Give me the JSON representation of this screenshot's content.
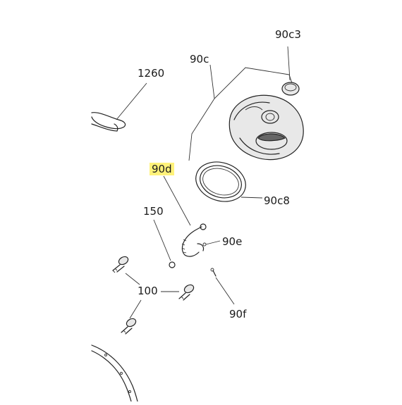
{
  "diagram": {
    "labels": {
      "p1260": "1260",
      "p90c": "90c",
      "p90c3": "90c3",
      "p90d": "90d",
      "p90c8": "90c8",
      "p150": "150",
      "p90e": "90e",
      "p100": "100",
      "p90f": "90f"
    },
    "highlight_color": "#fff27a",
    "highlighted_part": "90d"
  }
}
